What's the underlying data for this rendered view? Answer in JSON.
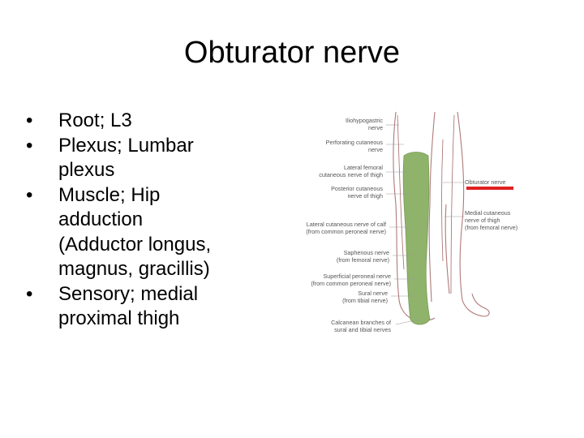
{
  "slide": {
    "title": "Obturator nerve",
    "bullets": [
      {
        "bullet": "•",
        "lines": [
          "Root; L3"
        ]
      },
      {
        "bullet": "•",
        "lines": [
          "Plexus; Lumbar",
          "plexus"
        ]
      },
      {
        "bullet": "•",
        "lines": [
          "Muscle; Hip",
          "adduction",
          "(Adductor longus,",
          "magnus, gracillis)"
        ]
      },
      {
        "bullet": "•",
        "lines": [
          "Sensory; medial",
          "proximal thigh"
        ]
      }
    ]
  },
  "figure": {
    "colors": {
      "highlight": "#8fb36a",
      "outline": "#a36a6a",
      "marker": "#e02020",
      "text": "#555555"
    },
    "labels_left": [
      [
        "Iliohypogastric",
        "nerve"
      ],
      [
        "Perforating cutaneous",
        "nerve"
      ],
      [
        "Lateral femoral",
        "cutaneous nerve of thigh"
      ],
      [
        "Posterior cutaneous",
        "nerve of thigh"
      ],
      [
        "Lateral cutaneous nerve of calf",
        "(from common peroneal nerve)"
      ],
      [
        "Saphenous nerve",
        "(from femoral nerve)"
      ],
      [
        "Superficial peroneal nerve",
        "(from common peroneal nerve)"
      ],
      [
        "Sural nerve",
        "(from tibial nerve)"
      ],
      [
        "Calcanean branches of",
        "sural and tibial nerves"
      ]
    ],
    "labels_right": [
      [
        "Obturator nerve"
      ],
      [
        "Medial cutaneous",
        "nerve of thigh",
        "(from femoral nerve)"
      ]
    ]
  }
}
